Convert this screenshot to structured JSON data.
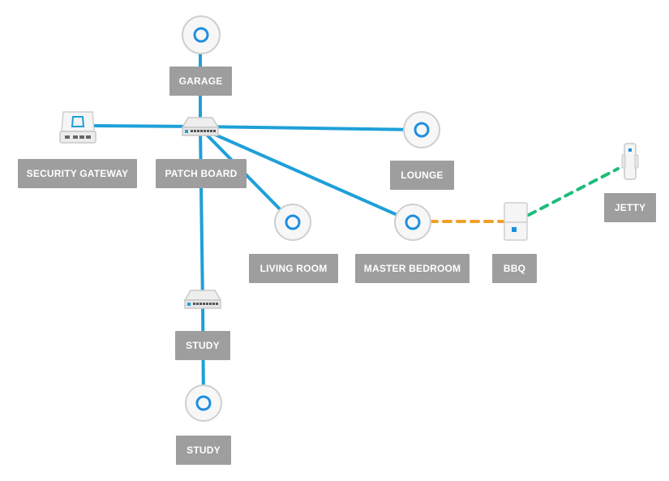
{
  "diagram": {
    "link_colors": {
      "wired": "#1ea0d8",
      "wireless_mesh_orange": "#f0a028",
      "wireless_mesh_green": "#1ebd7a"
    },
    "device_icons": {
      "access_point": "access-point-icon",
      "switch": "switch-icon",
      "gateway": "security-gateway-icon",
      "bridge": "outdoor-bridge-icon",
      "antenna": "outdoor-antenna-icon"
    },
    "labels": {
      "garage": "GARAGE",
      "security_gateway": "SECURITY GATEWAY",
      "patch_board": "PATCH BOARD",
      "lounge": "LOUNGE",
      "living_room": "LIVING ROOM",
      "master_bedroom": "MASTER BEDROOM",
      "bbq": "BBQ",
      "jetty": "JETTY",
      "study_switch": "STUDY",
      "study_ap": "STUDY"
    }
  }
}
